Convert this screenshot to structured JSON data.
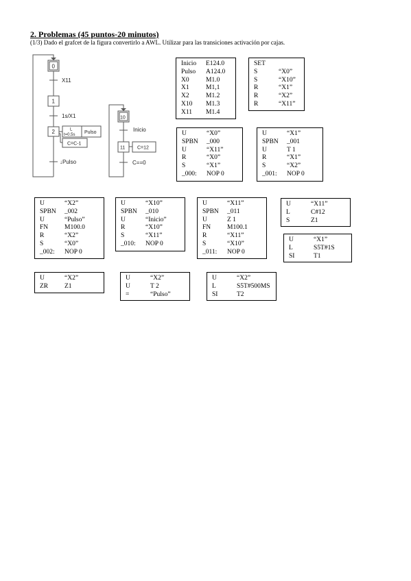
{
  "page": {
    "heading": "2. Problemas (45 puntos-20 minutos)",
    "intro": "(1/3) Dado el grafcet de la figura convertirlo a AWL. Utilizar para las transiciones activación por cajas."
  },
  "grafcet": {
    "step0": "0",
    "trans0": "X11",
    "step1": "1",
    "trans1": "1s/X1",
    "step2": "2",
    "action2_timer": "L",
    "action2_timer_value": "t=0.5s",
    "action2_output": "Pulso",
    "action2_counter": "C=C-1",
    "trans2": "↓Pulso",
    "step10": "10",
    "trans10": "Inicio",
    "step11": "11",
    "action11": "C=12",
    "trans11": "C==0"
  },
  "boxes": {
    "vars": [
      [
        "Inicio",
        "E124.0"
      ],
      [
        "Pulso",
        "A124.0"
      ],
      [
        "X0",
        "M1.0"
      ],
      [
        "X1",
        "M1,1"
      ],
      [
        "X2",
        "M1.2"
      ],
      [
        "X10",
        "M1.3"
      ],
      [
        "X11",
        "M1.4"
      ]
    ],
    "set": [
      [
        "SET",
        ""
      ],
      [
        "S",
        "“X0”"
      ],
      [
        "S",
        "“X10”"
      ],
      [
        "R",
        "“X1”"
      ],
      [
        "R",
        "“X2”"
      ],
      [
        "R",
        "“X11”"
      ]
    ],
    "b000": [
      [
        "U",
        "“X0”"
      ],
      [
        "SPBN",
        "_000"
      ],
      [
        "U",
        "“X11”"
      ],
      [
        "R",
        "“X0”"
      ],
      [
        "S",
        "“X1”"
      ],
      [
        "_000:",
        "NOP    0"
      ]
    ],
    "b001": [
      [
        "U",
        "“X1”"
      ],
      [
        "SPBN",
        "_001"
      ],
      [
        "U",
        "T 1"
      ],
      [
        "R",
        "“X1”"
      ],
      [
        "S",
        "“X2”"
      ],
      [
        "_001:",
        "NOP    0"
      ]
    ],
    "b002": [
      [
        "U",
        "“X2”"
      ],
      [
        "SPBN",
        "_002"
      ],
      [
        "U",
        "“Pulso”"
      ],
      [
        "FN",
        "M100.0"
      ],
      [
        "R",
        "“X2”"
      ],
      [
        "S",
        "“X0”"
      ],
      [
        "_002:",
        "NOP    0"
      ]
    ],
    "b010": [
      [
        "U",
        "“X10”"
      ],
      [
        "SPBN",
        "_010"
      ],
      [
        "U",
        "“Inicio”"
      ],
      [
        "R",
        "“X10”"
      ],
      [
        "S",
        "“X11”"
      ],
      [
        "_010:",
        "NOP    0"
      ]
    ],
    "b011": [
      [
        "U",
        "“X11”"
      ],
      [
        "SPBN",
        "_011"
      ],
      [
        "U",
        "Z 1"
      ],
      [
        "FN",
        "M100.1"
      ],
      [
        "R",
        "“X11”"
      ],
      [
        "S",
        "“X10”"
      ],
      [
        "_011:",
        "NOP    0"
      ]
    ],
    "bx11": [
      [
        "U",
        "“X11”"
      ],
      [
        "L",
        "C#12"
      ],
      [
        "S",
        "Z1"
      ]
    ],
    "bx1": [
      [
        "U",
        "“X1”"
      ],
      [
        "L",
        "S5T#1S"
      ],
      [
        "SI",
        "T1"
      ]
    ],
    "bzr": [
      [
        "U",
        "“X2”"
      ],
      [
        "ZR",
        "Z1"
      ]
    ],
    "bpulso": [
      [
        "U",
        "“X2”"
      ],
      [
        "U",
        "T 2"
      ],
      [
        "=",
        "“Pulso”"
      ]
    ],
    "bt2": [
      [
        "U",
        "“X2”"
      ],
      [
        "L",
        "S5T#500MS"
      ],
      [
        "SI",
        "T2"
      ]
    ]
  }
}
